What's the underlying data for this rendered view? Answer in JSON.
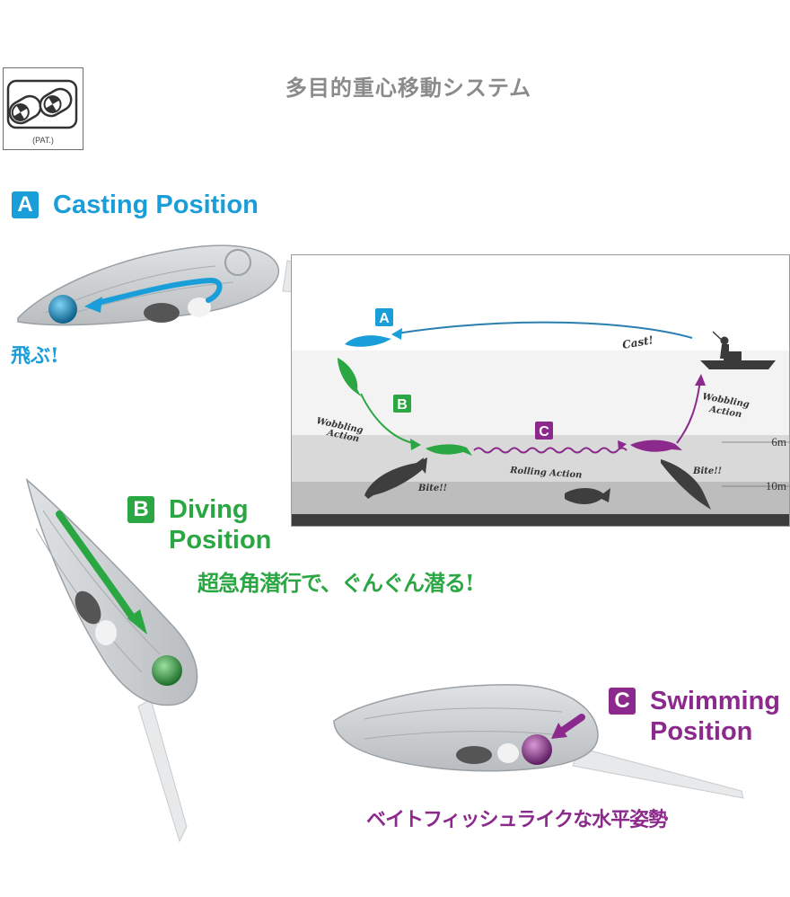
{
  "page": {
    "title": "多目的重心移動システム",
    "pat_label": "(PAT.)"
  },
  "positions": {
    "a": {
      "badge": "A",
      "title": "Casting Position",
      "copy": "飛ぶ!",
      "color": "#1a9ed9"
    },
    "b": {
      "badge": "B",
      "title_line1": "Diving",
      "title_line2": "Position",
      "copy": "超急角潜行で、ぐんぐん潜る!",
      "color": "#2aa642"
    },
    "c": {
      "badge": "C",
      "title_line1": "Swimming",
      "title_line2": "Position",
      "copy": "ベイトフィッシュライクな水平姿勢",
      "color": "#8b2a8c"
    }
  },
  "diagram": {
    "markers": {
      "a": "A",
      "b": "B",
      "c": "C"
    },
    "labels": {
      "cast": "Cast!",
      "wobbling_left_1": "Wobbling",
      "wobbling_left_2": "Action",
      "wobbling_right_1": "Wobbling",
      "wobbling_right_2": "Action",
      "rolling": "Rolling Action",
      "bite_left": "Bite!!",
      "bite_right": "Bite!!"
    },
    "depths": [
      "6m",
      "10m"
    ],
    "colors": {
      "surface": "#f3f3f3",
      "water_1": "#e2e2e2",
      "water_2": "#c4c4c4",
      "water_3": "#acacac",
      "bottom": "#3c3c3c"
    }
  }
}
